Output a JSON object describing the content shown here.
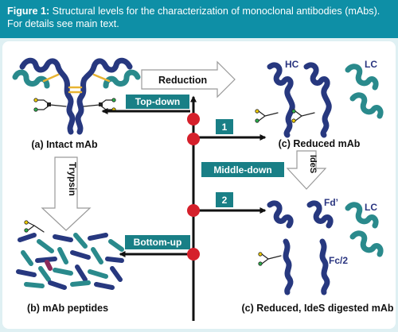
{
  "caption": {
    "label": "Figure 1:",
    "text": " Structural levels for the characterization of monoclonal antibodies (mAbs). For details see main text."
  },
  "diagram": {
    "intact_label": "(a) Intact mAb",
    "reduced_label": "(c) Reduced mAb",
    "peptides_label": "(b) mAb peptides",
    "ides_label": "(c) Reduced, IdeS digested mAb",
    "hc_label": "HC",
    "lc_label": "LC",
    "fd_label": "Fd’",
    "lc2_label": "LC",
    "fc2_label": "Fc/2",
    "reduction_label": "Reduction",
    "trypsin_label": "Trypsin",
    "ides_arrow_label": "IdeS",
    "topdown_label": "Top-down",
    "middledown_label": "Middle-down",
    "bottomup_label": "Bottom-up",
    "step1": "1",
    "step2": "2"
  },
  "colors": {
    "caption_bg": "#0e8fa6",
    "teal_box": "#197f86",
    "navy_chain": "#27387f",
    "teal_chain": "#2a8a8c",
    "red_node": "#d5202b",
    "disulfide": "#e8b432",
    "text_navy": "#2a3580"
  }
}
